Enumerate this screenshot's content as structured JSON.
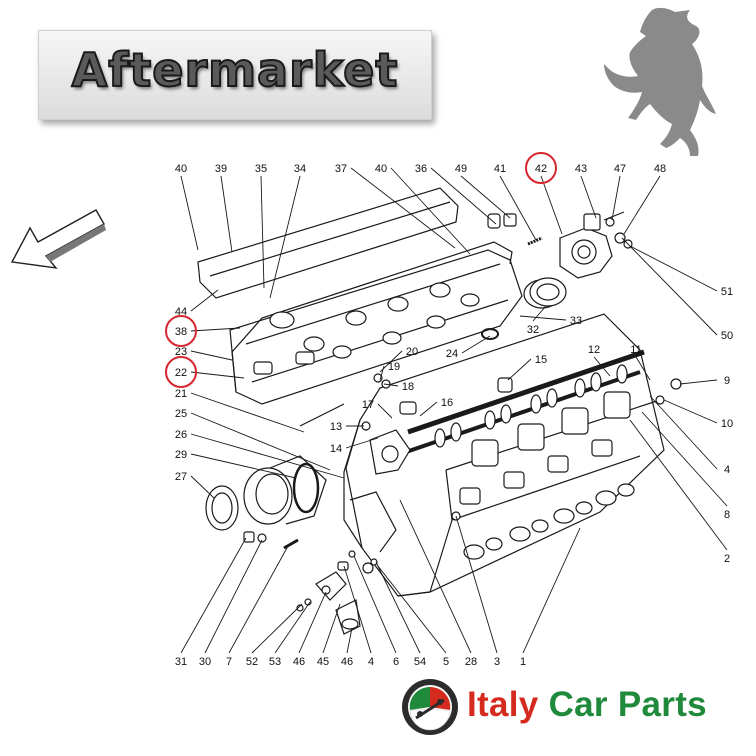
{
  "banner": {
    "text": "Aftermarket"
  },
  "brand": {
    "word1": "Italy",
    "word2": "Car",
    "word3": "Parts"
  },
  "callouts": [
    "40",
    "39",
    "35",
    "34",
    "37",
    "40",
    "36",
    "49",
    "41",
    "42",
    "43",
    "47",
    "48",
    "51",
    "50",
    "44",
    "38",
    "23",
    "22",
    "21",
    "25",
    "26",
    "29",
    "27",
    "20",
    "19",
    "18",
    "24",
    "15",
    "12",
    "11",
    "9",
    "10",
    "4",
    "8",
    "2",
    "17",
    "16",
    "13",
    "14",
    "32",
    "33",
    "31",
    "30",
    "7",
    "52",
    "53",
    "46",
    "45",
    "46",
    "4",
    "6",
    "54",
    "5",
    "28",
    "3",
    "1"
  ],
  "highlighted": [
    "42",
    "38",
    "22"
  ],
  "colors": {
    "highlight": "#d6262e",
    "line": "#1a1a1a",
    "brand_red": "#d52b1e",
    "brand_green": "#1f8a3b"
  },
  "icons": [
    "arrow-direction-icon",
    "prancing-horse-logo",
    "brand-emblem-icon"
  ]
}
